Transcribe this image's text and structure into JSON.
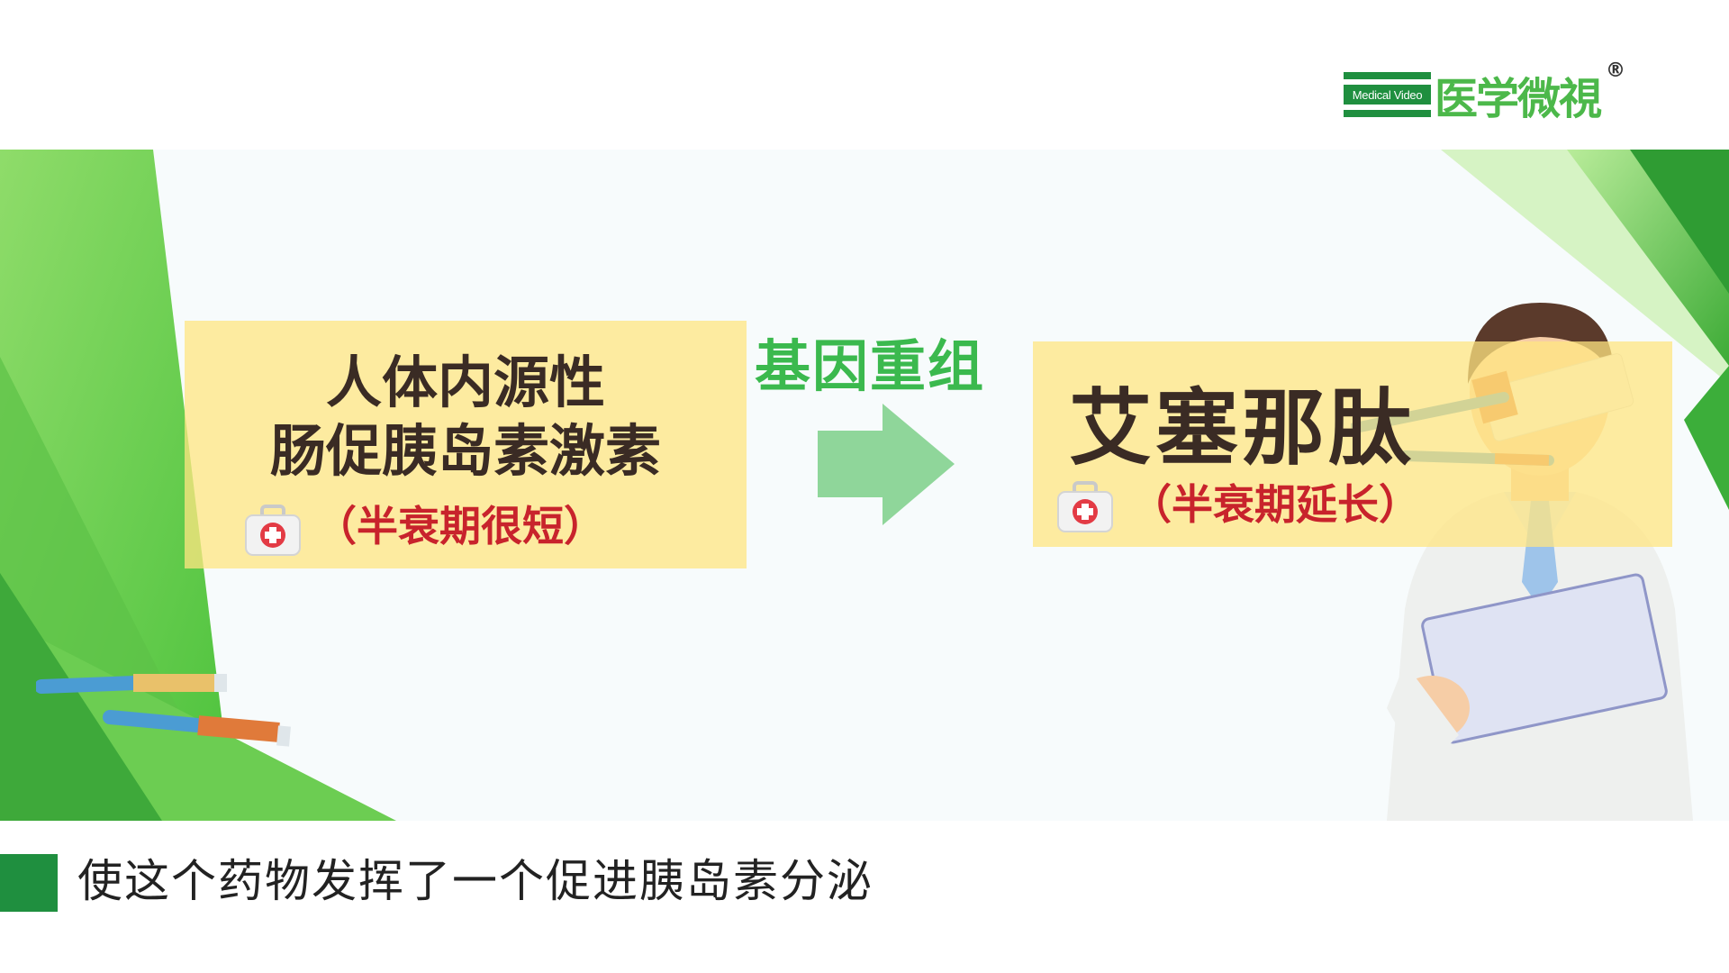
{
  "logo": {
    "badge_text": "Medical Video",
    "brand_text": "医学微視",
    "registered_mark": "®"
  },
  "left_box": {
    "line1": "人体内源性",
    "line2": "肠促胰岛素激素",
    "note": "（半衰期很短）"
  },
  "arrow": {
    "label": "基因重组"
  },
  "right_box": {
    "title": "艾塞那肽",
    "note": "（半衰期延长）"
  },
  "caption": {
    "text": "使这个药物发挥了一个促进胰岛素分泌"
  },
  "colors": {
    "accent_green": "#3bb94e",
    "brand_green": "#1f8f3f",
    "note_red": "#c8232c",
    "box_yellow": "#ffe582"
  },
  "icons": {
    "left_kit": "first-aid-kit-icon",
    "right_kit": "first-aid-kit-icon",
    "arrow": "right-arrow-icon",
    "pens": "insulin-pen-icon",
    "doctor": "doctor-illustration"
  }
}
